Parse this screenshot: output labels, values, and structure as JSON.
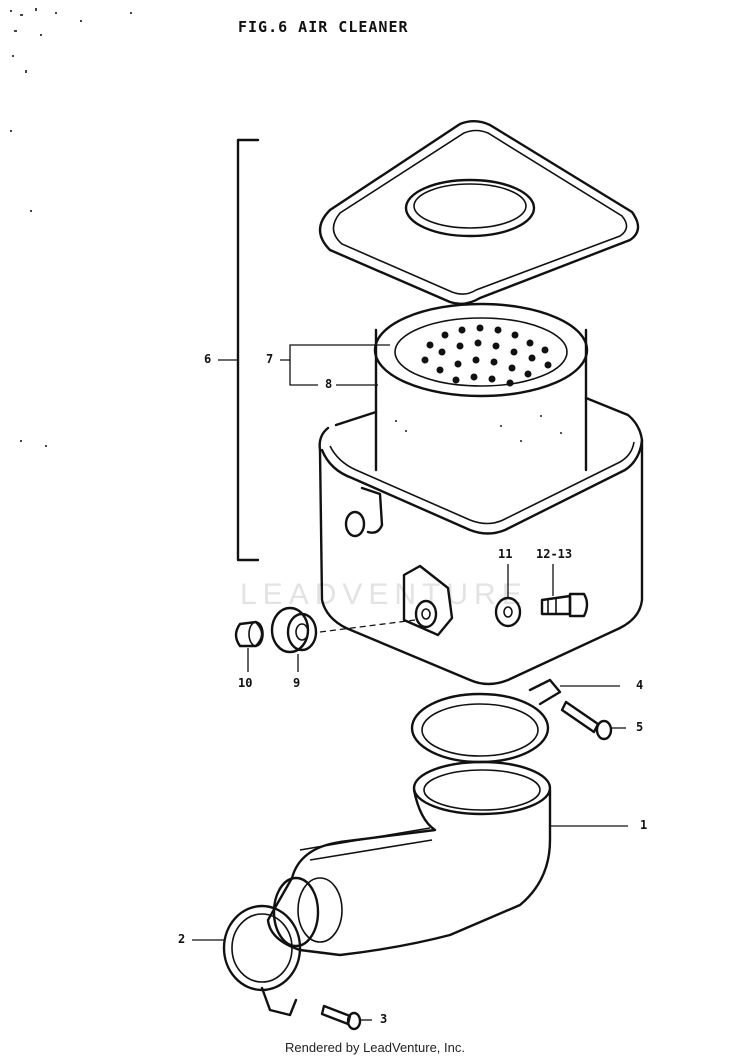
{
  "title": "FIG.6  AIR CLEANER",
  "watermark": "LEADVENTURE",
  "footer": "Rendered by LeadVenture, Inc.",
  "callouts": {
    "c1": "1",
    "c2": "2",
    "c3": "3",
    "c4": "4",
    "c5": "5",
    "c6": "6",
    "c7": "7",
    "c8": "8",
    "c9": "9",
    "c10": "10",
    "c11": "11",
    "c12_13": "12-13"
  }
}
